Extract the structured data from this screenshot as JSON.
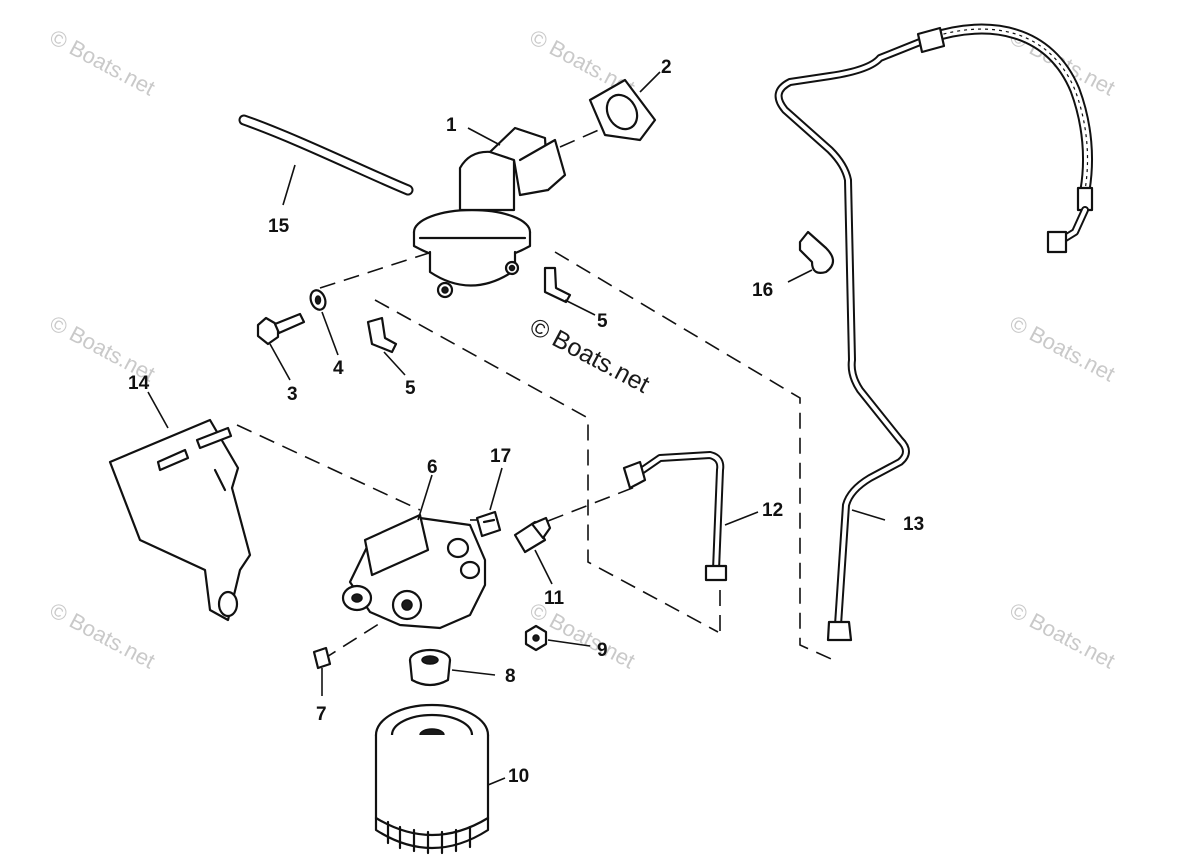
{
  "watermark": {
    "small_text": "© Boats.net",
    "main_text": "© Boats.net"
  },
  "callouts": {
    "c1": "1",
    "c2": "2",
    "c3": "3",
    "c4": "4",
    "c5a": "5",
    "c5b": "5",
    "c6": "6",
    "c7": "7",
    "c8": "8",
    "c9": "9",
    "c10": "10",
    "c11": "11",
    "c12": "12",
    "c13": "13",
    "c14": "14",
    "c15": "15",
    "c16": "16",
    "c17": "17"
  },
  "colors": {
    "ink": "#111111",
    "background": "#ffffff",
    "watermark": "#c9c9c9"
  }
}
